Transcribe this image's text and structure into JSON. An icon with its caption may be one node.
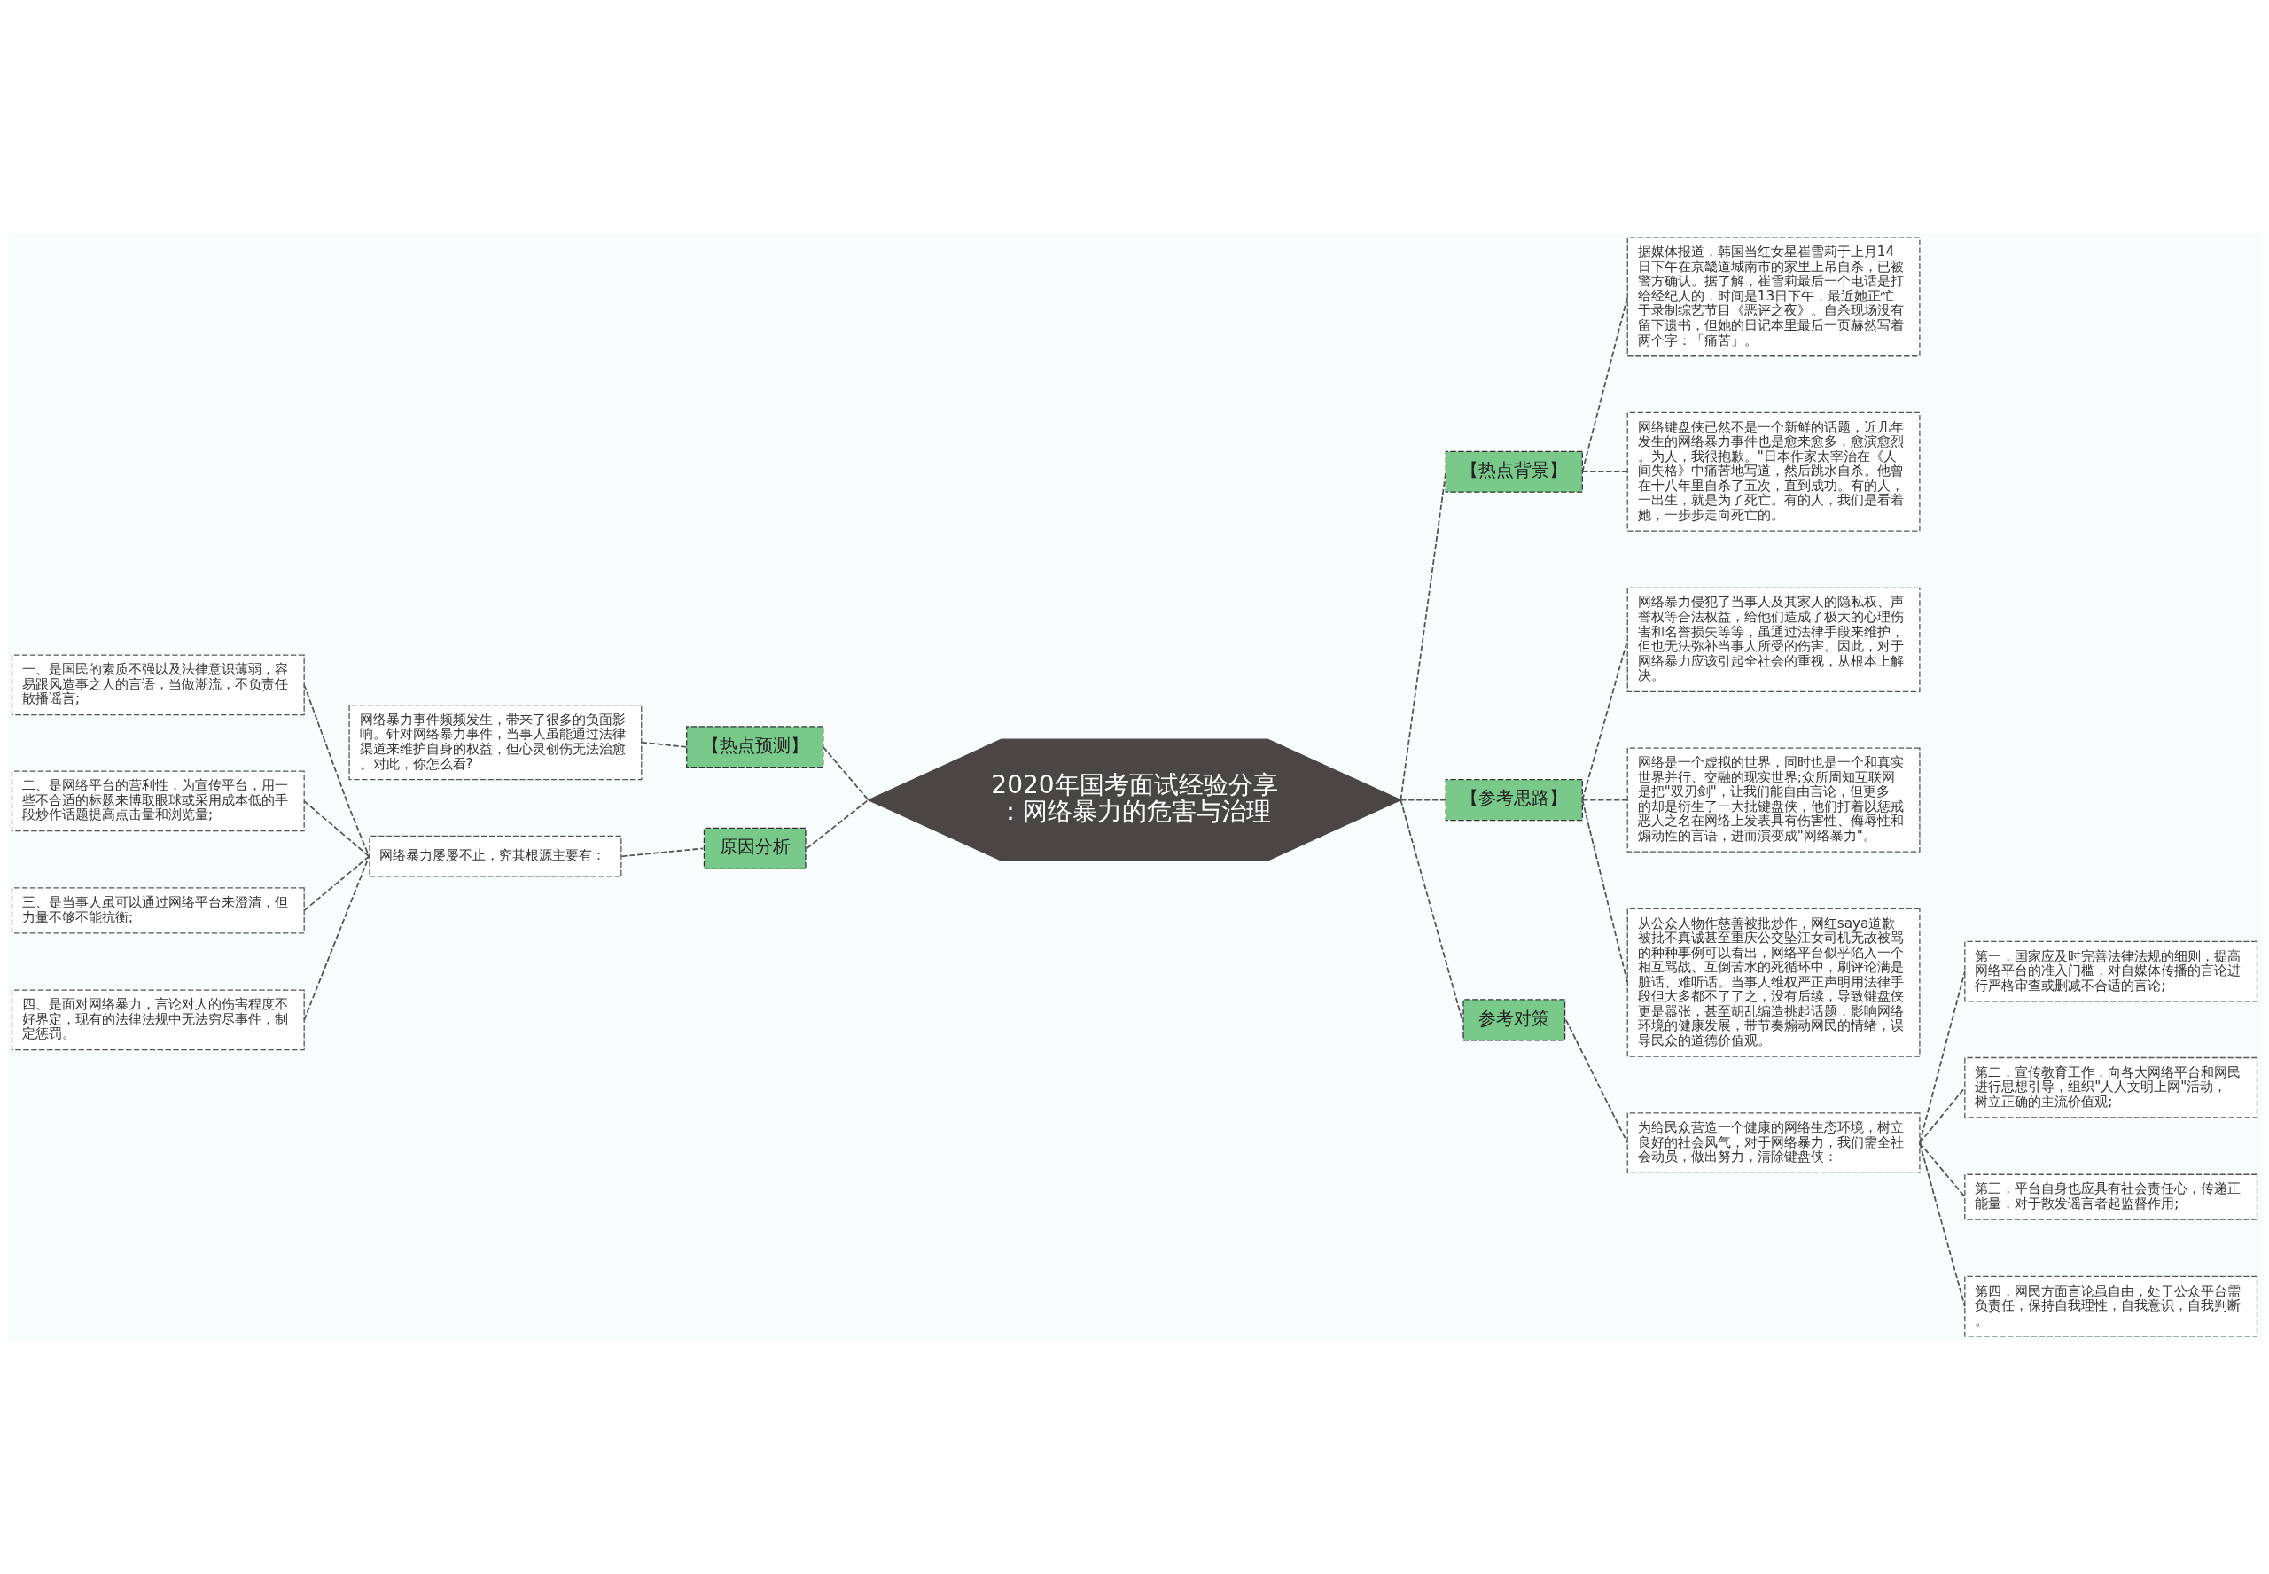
{
  "diagram": {
    "nodes": [
      {
        "text": [
          "2020年国考面试经验分享：网络暴力的危害与治理"
        ]
      },
      {
        "text": [
          "【热点背景】"
        ]
      },
      {
        "text": [
          "据媒体报道，韩国当红女星崔雪莉于上月14日下午在京畿道城南市的家里上吊自杀，已被警方确认。据了解，崔雪莉最后一个电话是打给经纪人的，时间是13日下午，最近她正忙于录制综艺节目《恶评之夜》。自杀现场没有留下遗书，但她的日记本里最后一页赫然写着两个字：「痛苦」。"
        ]
      },
      {
        "text": [
          "网络键盘侠已然不是一个新鲜的话题，近几年发生的网络暴力事件也是愈来愈多，愈演愈烈。为人，我很抱歉。\"日本作家太宰治在《人间失格》中痛苦地写道，然后跳水自杀。他曾在十八年里自杀了五次，直到成功。有的人，一出生，就是为了死亡。有的人，我们是看着她，一步步走向死亡的。"
        ]
      },
      {
        "text": [
          "【参考思路】"
        ]
      },
      {
        "text": [
          "网络暴力侵犯了当事人及其家人的隐私权、声誉权等合法权益，给他们造成了极大的心理伤害和名誉损失等等，虽通过法律手段来维护，但也无法弥补当事人所受的伤害。因此，对于网络暴力应该引起全社会的重视，从根本上解决。"
        ]
      },
      {
        "text": [
          "网络是一个虚拟的世界，同时也是一个和真实世界并行、交融的现实世界;众所周知互联网是把\"双刃剑\"，让我们能自由言论，但更多的却是衍生了一大批键盘侠，他们打着以惩戒恶人之名在网络上发表具有伤害性、侮辱性和煽动性的言语，进而演变成\"网络暴力\"。"
        ]
      },
      {
        "text": [
          "从公众人物作慈善被批炒作，网红saya道歉被批不真诚甚至重庆公交坠江女司机无故被骂的种种事例可以看出，网络平台似乎陷入一个相互骂战、互倒苦水的死循环中，刷评论满是脏话、难听话。当事人维权严正声明用法律手段但大多都不了了之，没有后续，导致键盘侠更是嚣张，甚至胡乱编造挑起话题，影响网络环境的健康发展，带节奏煽动网民的情绪，误导民众的道德价值观。"
        ]
      },
      {
        "text": [
          "参考对策"
        ]
      },
      {
        "text": [
          "为给民众营造一个健康的网络生态环境，树立良好的社会风气，对于网络暴力，我们需全社会动员，做出努力，清除键盘侠："
        ]
      },
      {
        "text": [
          "第一，国家应及时完善法律法规的细则，提高网络平台的准入门槛，对自媒体传播的言论进行严格审查或删减不合适的言论;"
        ]
      },
      {
        "text": [
          "第二，宣传教育工作，向各大网络平台和网民进行思想引导，组织\"人人文明上网\"活动，树立正确的主流价值观;"
        ]
      },
      {
        "text": [
          "第三，平台自身也应具有社会责任心，传递正能量，对于散发谣言者起监督作用;"
        ]
      },
      {
        "text": [
          "第四，网民方面言论虽自由，处于公众平台需负责任，保持自我理性，自我意识，自我判断。"
        ]
      },
      {
        "text": [
          "【热点预测】"
        ]
      },
      {
        "text": [
          "网络暴力事件频频发生，带来了很多的负面影响。针对网络暴力事件，当事人虽能通过法律渠道来维护自身的权益，但心灵创伤无法治愈。对此，你怎么看?"
        ]
      },
      {
        "text": [
          "原因分析"
        ]
      },
      {
        "text": [
          "网络暴力屡屡不止，究其根源主要有："
        ]
      },
      {
        "text": [
          "一、是国民的素质不强以及法律意识薄弱，容易跟风造事之人的言语，当做潮流，不负责任散播谣言;"
        ]
      },
      {
        "text": [
          "二、是网络平台的营利性，为宣传平台，用一些不合适的标题来博取眼球或采用成本低的手段炒作话题提高点击量和浏览量;"
        ]
      },
      {
        "text": [
          "三、是当事人虽可以通过网络平台来澄清，但力量不够不能抗衡;"
        ]
      },
      {
        "text": [
          "四、是面对网络暴力，言论对人的伤害程度不好界定，现有的法律法规中无法穷尽事件，制定惩罚。"
        ]
      }
    ],
    "edges": [
      {
        "from": 0,
        "to": 1,
        "arrow": "none",
        "style": "dashed"
      },
      {
        "from": 1,
        "to": 2,
        "arrow": "none",
        "style": "dashed"
      },
      {
        "from": 1,
        "to": 3,
        "arrow": "none",
        "style": "dashed"
      },
      {
        "from": 0,
        "to": 4,
        "arrow": "none",
        "style": "dashed"
      },
      {
        "from": 4,
        "to": 5,
        "arrow": "none",
        "style": "dashed"
      },
      {
        "from": 4,
        "to": 6,
        "arrow": "none",
        "style": "dashed"
      },
      {
        "from": 4,
        "to": 7,
        "arrow": "none",
        "style": "dashed"
      },
      {
        "from": 0,
        "to": 8,
        "arrow": "none",
        "style": "dashed"
      },
      {
        "from": 8,
        "to": 9,
        "arrow": "none",
        "style": "dashed"
      },
      {
        "from": 9,
        "to": 10,
        "arrow": "none",
        "style": "dashed"
      },
      {
        "from": 9,
        "to": 11,
        "arrow": "none",
        "style": "dashed"
      },
      {
        "from": 9,
        "to": 12,
        "arrow": "none",
        "style": "dashed"
      },
      {
        "from": 9,
        "to": 13,
        "arrow": "none",
        "style": "dashed"
      },
      {
        "from": 15,
        "to": 14,
        "arrow": "none",
        "style": "dashed"
      },
      {
        "from": 14,
        "to": 0,
        "arrow": "none",
        "style": "dashed"
      },
      {
        "from": 18,
        "to": 17,
        "arrow": "none",
        "style": "dashed"
      },
      {
        "from": 19,
        "to": 17,
        "arrow": "none",
        "style": "dashed"
      },
      {
        "from": 20,
        "to": 17,
        "arrow": "none",
        "style": "dashed"
      },
      {
        "from": 21,
        "to": 17,
        "arrow": "none",
        "style": "dashed"
      },
      {
        "from": 17,
        "to": 16,
        "arrow": "none",
        "style": "dashed"
      },
      {
        "from": 16,
        "to": 0,
        "arrow": "none",
        "style": "dashed"
      }
    ]
  }
}
